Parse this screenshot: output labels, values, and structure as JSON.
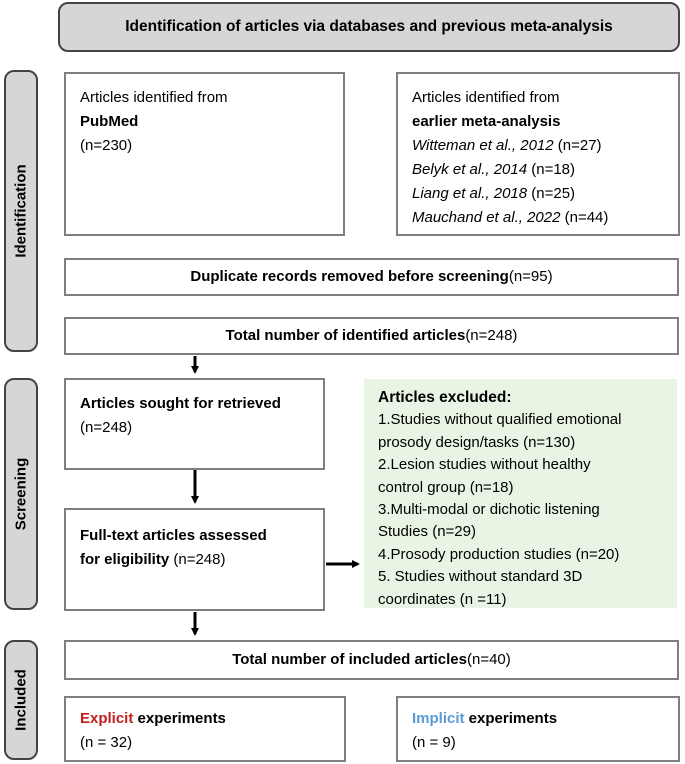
{
  "header": "Identification of articles via databases and previous meta-analysis",
  "stages": {
    "identification": "Identification",
    "screening": "Screening",
    "included": "Included"
  },
  "pubmed": {
    "line1": "Articles identified from",
    "source": "PubMed",
    "count": "(n=230)"
  },
  "earlier": {
    "line1": "Articles identified from",
    "source": "earlier meta-analysis",
    "refs": [
      {
        "cite": "Witteman et al., 2012",
        "n": " (n=27)"
      },
      {
        "cite": "Belyk et al., 2014",
        "n": " (n=18)"
      },
      {
        "cite": "Liang et al., 2018",
        "n": " (n=25)"
      },
      {
        "cite": "Mauchand et al., 2022",
        "n": " (n=44)"
      }
    ]
  },
  "duplicates": {
    "label": "Duplicate records removed before screening",
    "count": " (n=95)"
  },
  "total_identified": {
    "label": "Total number of identified articles",
    "count": " (n=248)"
  },
  "sought": {
    "label": "Articles sought for retrieved",
    "count": "(n=248)"
  },
  "fulltext": {
    "label1": "Full-text articles assessed",
    "label2": "for eligibility",
    "count": " (n=248)"
  },
  "excluded": {
    "title": "Articles excluded:",
    "lines": [
      "1.Studies without qualified emotional",
      "prosody design/tasks (n=130)",
      "2.Lesion studies without healthy",
      "control group (n=18)",
      "3.Multi-modal or dichotic listening",
      "Studies (n=29)",
      "4.Prosody production studies (n=20)",
      "5. Studies without standard 3D",
      "coordinates (n =11)"
    ]
  },
  "total_included": {
    "label": "Total number of included articles",
    "count": " (n=40)"
  },
  "explicit": {
    "word": "Explicit",
    "rest": " experiments",
    "count": "(n = 32)"
  },
  "implicit": {
    "word": "Implicit",
    "rest": " experiments",
    "count": "(n = 9)"
  },
  "colors": {
    "explicit": "#c0201e",
    "implicit": "#5b9bd5",
    "excluded_bg": "#e8f5e4"
  }
}
